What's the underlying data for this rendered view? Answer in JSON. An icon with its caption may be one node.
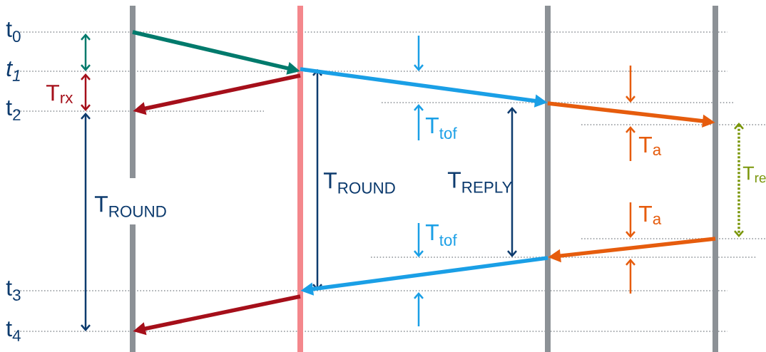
{
  "diagram": {
    "nodes": [
      {
        "text": [],
        "shape": "bar"
      },
      {
        "text": [],
        "shape": "bar"
      },
      {
        "text": [],
        "shape": "bar"
      },
      {
        "text": [],
        "shape": "bar"
      }
    ],
    "edges": [
      {
        "from": 0,
        "to": 1,
        "arrow": "to",
        "color": "#007a6c"
      },
      {
        "from": 1,
        "to": 0,
        "arrow": "to",
        "color": "#a50f1a"
      },
      {
        "from": 1,
        "to": 2,
        "arrow": "to",
        "color": "#1a9fe6"
      },
      {
        "from": 2,
        "to": 3,
        "arrow": "to",
        "color": "#e65c0d"
      },
      {
        "from": 3,
        "to": 2,
        "arrow": "to",
        "color": "#e65c0d"
      },
      {
        "from": 2,
        "to": 1,
        "arrow": "to",
        "color": "#1a9fe6"
      },
      {
        "from": 1,
        "to": 0,
        "arrow": "to",
        "color": "#a50f1a"
      }
    ],
    "labels": [
      "t$_{0}$",
      "t$_{1}$",
      "T$_{rx}$",
      "t$_{2}$",
      "T$_{tof}$",
      "T$_{a}$",
      "T$_{re}$",
      "T$_{ROUND}$",
      "T$_{REPLY}$",
      "T$_{ROUND}$",
      "T$_{a}$",
      "T$_{tof}$",
      "t$_{3}$",
      "t$_{4}$"
    ]
  }
}
